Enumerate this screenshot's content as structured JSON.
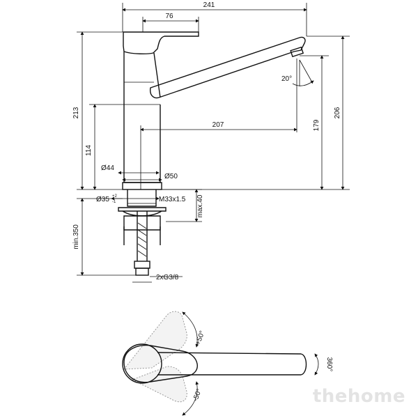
{
  "dimensions": {
    "overall_length": "241",
    "lever_length": "76",
    "total_height": "213",
    "spout_height": "206",
    "outlet_height": "179",
    "body_height": "114",
    "spout_reach": "207",
    "body_diameter_top": "Ø44",
    "base_diameter": "Ø50",
    "hole_diameter": "Ø35",
    "hole_tolerance_plus": "+2",
    "hole_tolerance_minus": "-1",
    "thread": "M33x1.5",
    "max_deck": "max.40",
    "min_hose": "min.350",
    "hose_connection": "2xG3/8",
    "aerator_angle": "20°"
  },
  "top_view": {
    "lever_angle_positive": "+50°",
    "lever_angle_negative": "-50°",
    "spout_swivel": "360°"
  },
  "watermark": "thehome"
}
